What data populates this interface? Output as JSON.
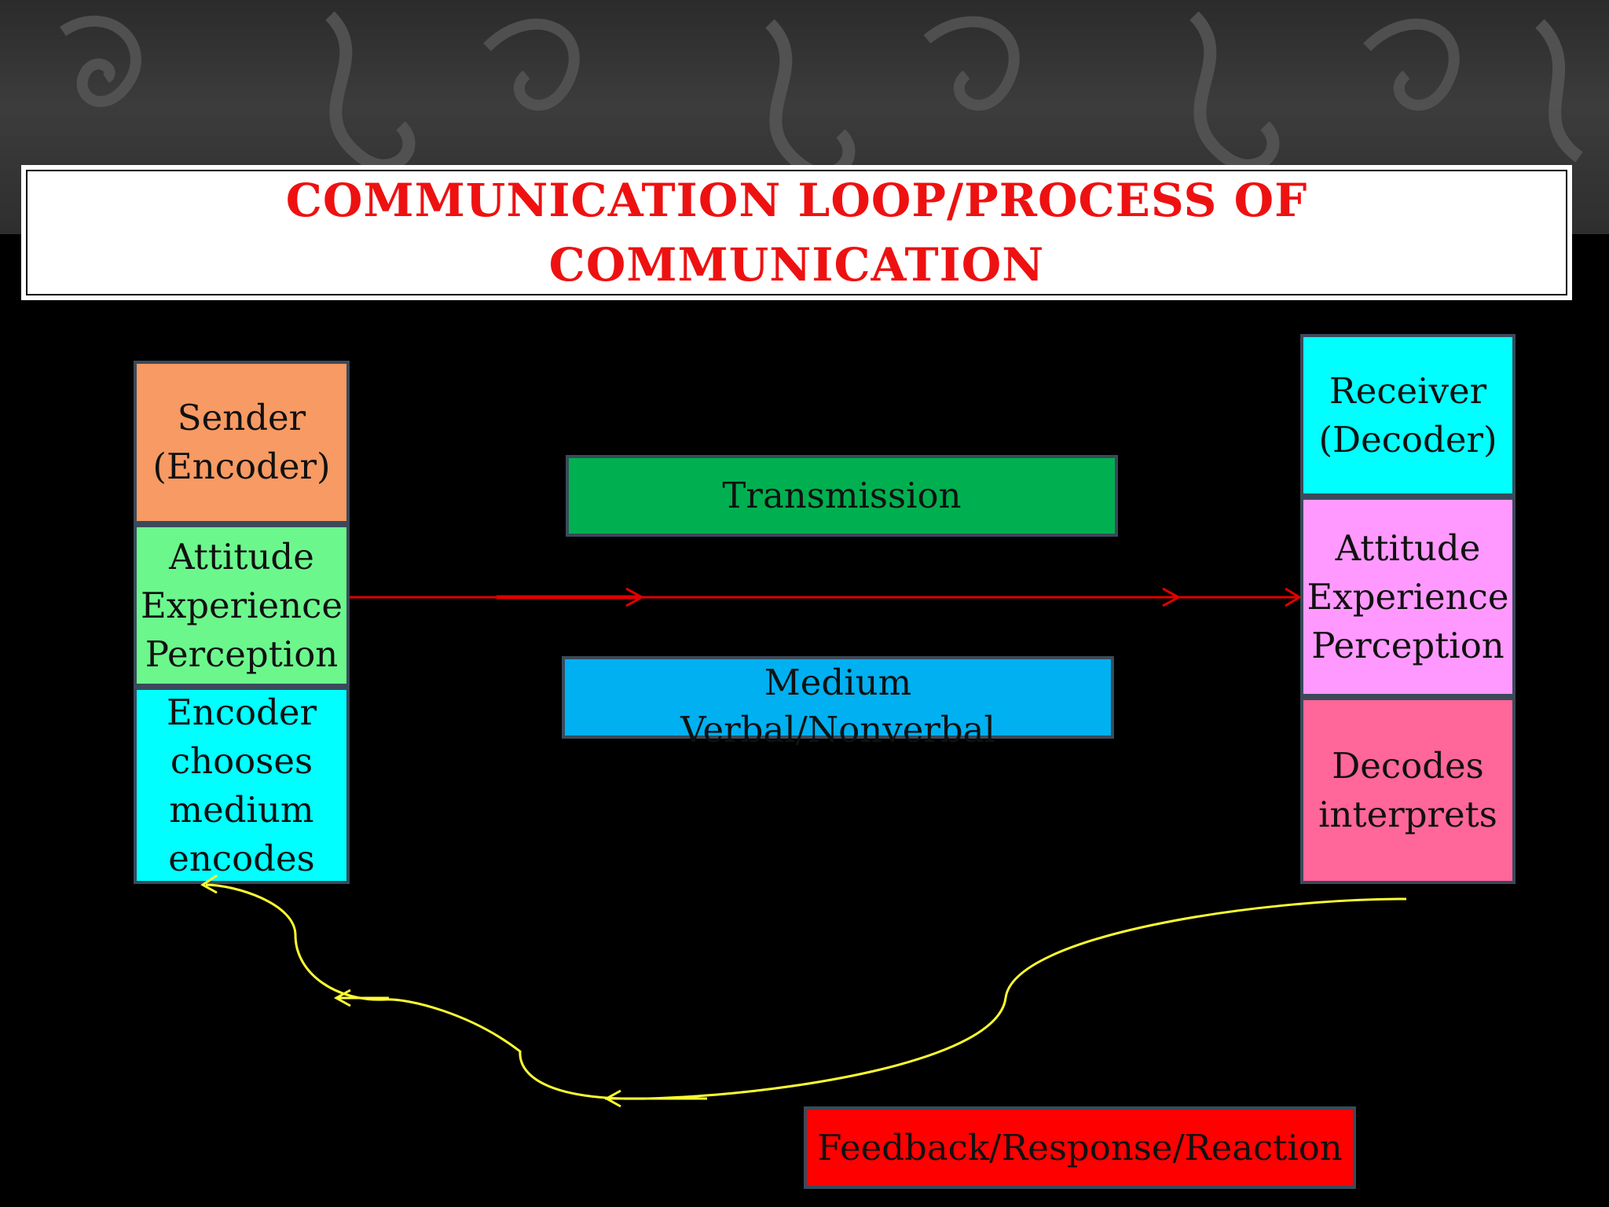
{
  "title": {
    "line1": "COMMUNICATION LOOP/PROCESS OF",
    "line2": "COMMUNICATION"
  },
  "sender": {
    "label_line1": "Sender",
    "label_line2": "(Encoder)",
    "attitude_lines": [
      "Attitude",
      "Experience",
      "Perception"
    ],
    "encode_lines": [
      "Encoder",
      "chooses",
      "medium",
      "encodes"
    ]
  },
  "receiver": {
    "label_line1": "Receiver",
    "label_line2": "(Decoder)",
    "attitude_lines": [
      "Attitude",
      "Experience",
      "Perception"
    ],
    "decode_lines": [
      "Decodes",
      "interprets"
    ]
  },
  "transmission": {
    "label": "Transmission"
  },
  "medium": {
    "line1": "Medium",
    "line2": "Verbal/Nonverbal"
  },
  "feedback": {
    "label": "Feedback/Response/Reaction"
  },
  "colors": {
    "sender": "#f79a63",
    "attitude_left": "#6cf78d",
    "encoder": "#00ffff",
    "receiver": "#00ffff",
    "attitude_right": "#ff99ff",
    "decodes": "#ff6699",
    "transmission": "#00b050",
    "medium": "#00b0f0",
    "feedback": "#ff0000",
    "title_text": "#ee1111",
    "forward_arrow": "#e00000",
    "feedback_loop": "#ffff33"
  }
}
